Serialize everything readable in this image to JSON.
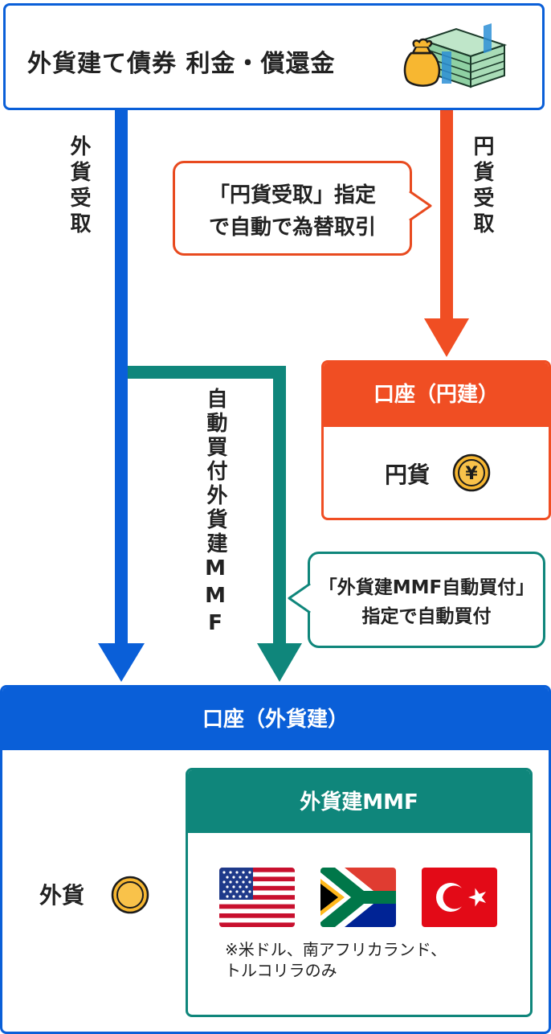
{
  "top": {
    "title": "外貨建て債券 利金・償還金",
    "icon": "money-bag-and-bills-icon"
  },
  "flows": {
    "foreign_receive_label": "外貨受取",
    "yen_receive_label": "円貨受取",
    "mmf_auto_buy_label_line1": "自動買付",
    "mmf_auto_buy_label_line2": "外貨建MMF"
  },
  "callouts": {
    "yen_line1": "「円貨受取」指定",
    "yen_line2": "で自動で為替取引",
    "mmf_line1": "「外貨建MMF自動買付」",
    "mmf_line2": "指定で自動買付"
  },
  "yen_account": {
    "title": "口座（円建）",
    "currency_label": "円貨",
    "coin_symbol": "¥"
  },
  "foreign_account": {
    "title": "口座（外貨建）",
    "currency_label": "外貨",
    "mmf": {
      "title": "外貨建MMF",
      "flags": [
        "us-flag-icon",
        "south-africa-flag-icon",
        "turkey-flag-icon"
      ],
      "note_line1": "※米ドル、南アフリカランド、",
      "note_line2": "トルコリラのみ"
    }
  },
  "colors": {
    "blue": "#0a5fd8",
    "orange": "#f04e23",
    "teal": "#0f867b",
    "coin_gold": "#f7b731"
  }
}
